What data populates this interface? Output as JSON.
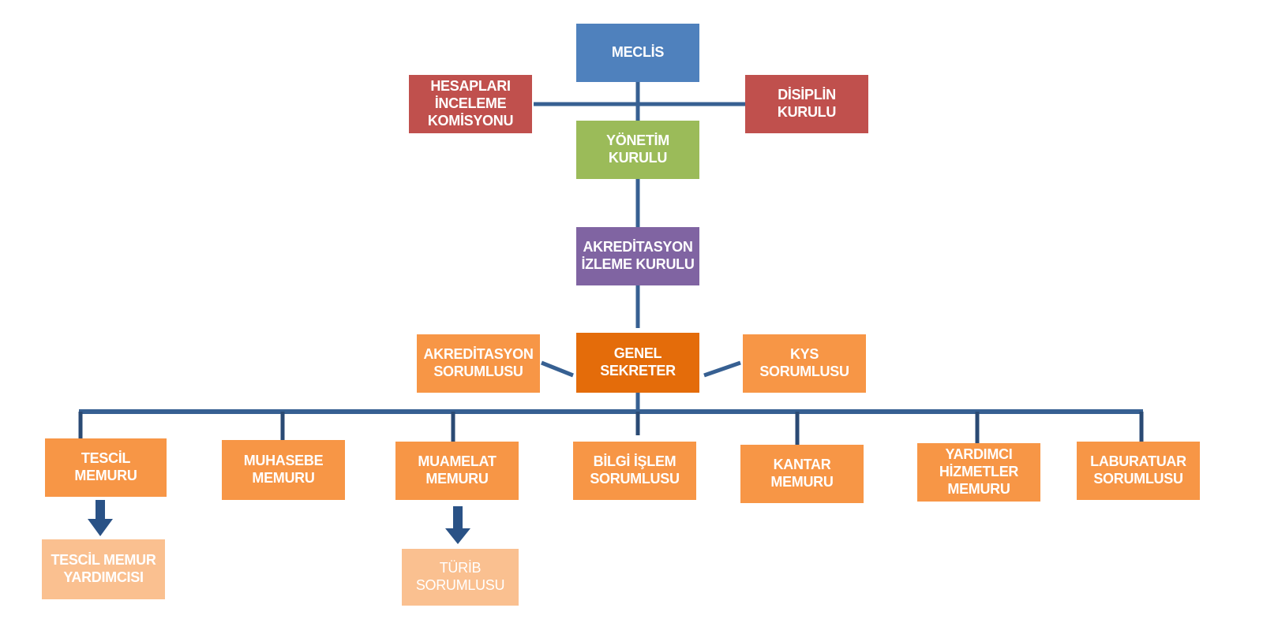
{
  "colors": {
    "connector": "#376092",
    "meclis": "#4f81bd",
    "commission": "#c0504d",
    "yonetim": "#9bbb59",
    "akreditasyon_izleme": "#8064a2",
    "genel_sekreter": "#e46c0a",
    "staff": "#f79646",
    "assistant": "#fac090"
  },
  "nodes": {
    "meclis": "MECLİS",
    "hesaplari": "HESAPLARI\nİNCELEME\nKOMİSYONU",
    "disiplin": "DİSİPLİN KURULU",
    "yonetim": "YÖNETİM\nKURULU",
    "akreditasyon_izleme": "AKREDİTASYON\nİZLEME KURULU",
    "genel_sekreter": "GENEL SEKRETER",
    "akreditasyon_sorumlusu": "AKREDİTASYON\nSORUMLUSU",
    "kys_sorumlusu": "KYS SORUMLUSU",
    "tescil_memuru": "TESCİL MEMURU",
    "muhasebe_memuru": "MUHASEBE\nMEMURU",
    "muamelat_memuru": "MUAMELAT\nMEMURU",
    "bilgi_islem": "BİLGİ İŞLEM\nSORUMLUSU",
    "kantar_memuru": "KANTAR\nMEMURU",
    "yardimci_hizmetler": "YARDIMCI\nHİZMETLER\nMEMURU",
    "laboratuar": "LABURATUAR\nSORUMLUSU",
    "tescil_yardimcisi": "TESCİL MEMUR\nYARDIMCISI",
    "turib_sorumlusu": "TÜRİB\nSORUMLUSU"
  }
}
